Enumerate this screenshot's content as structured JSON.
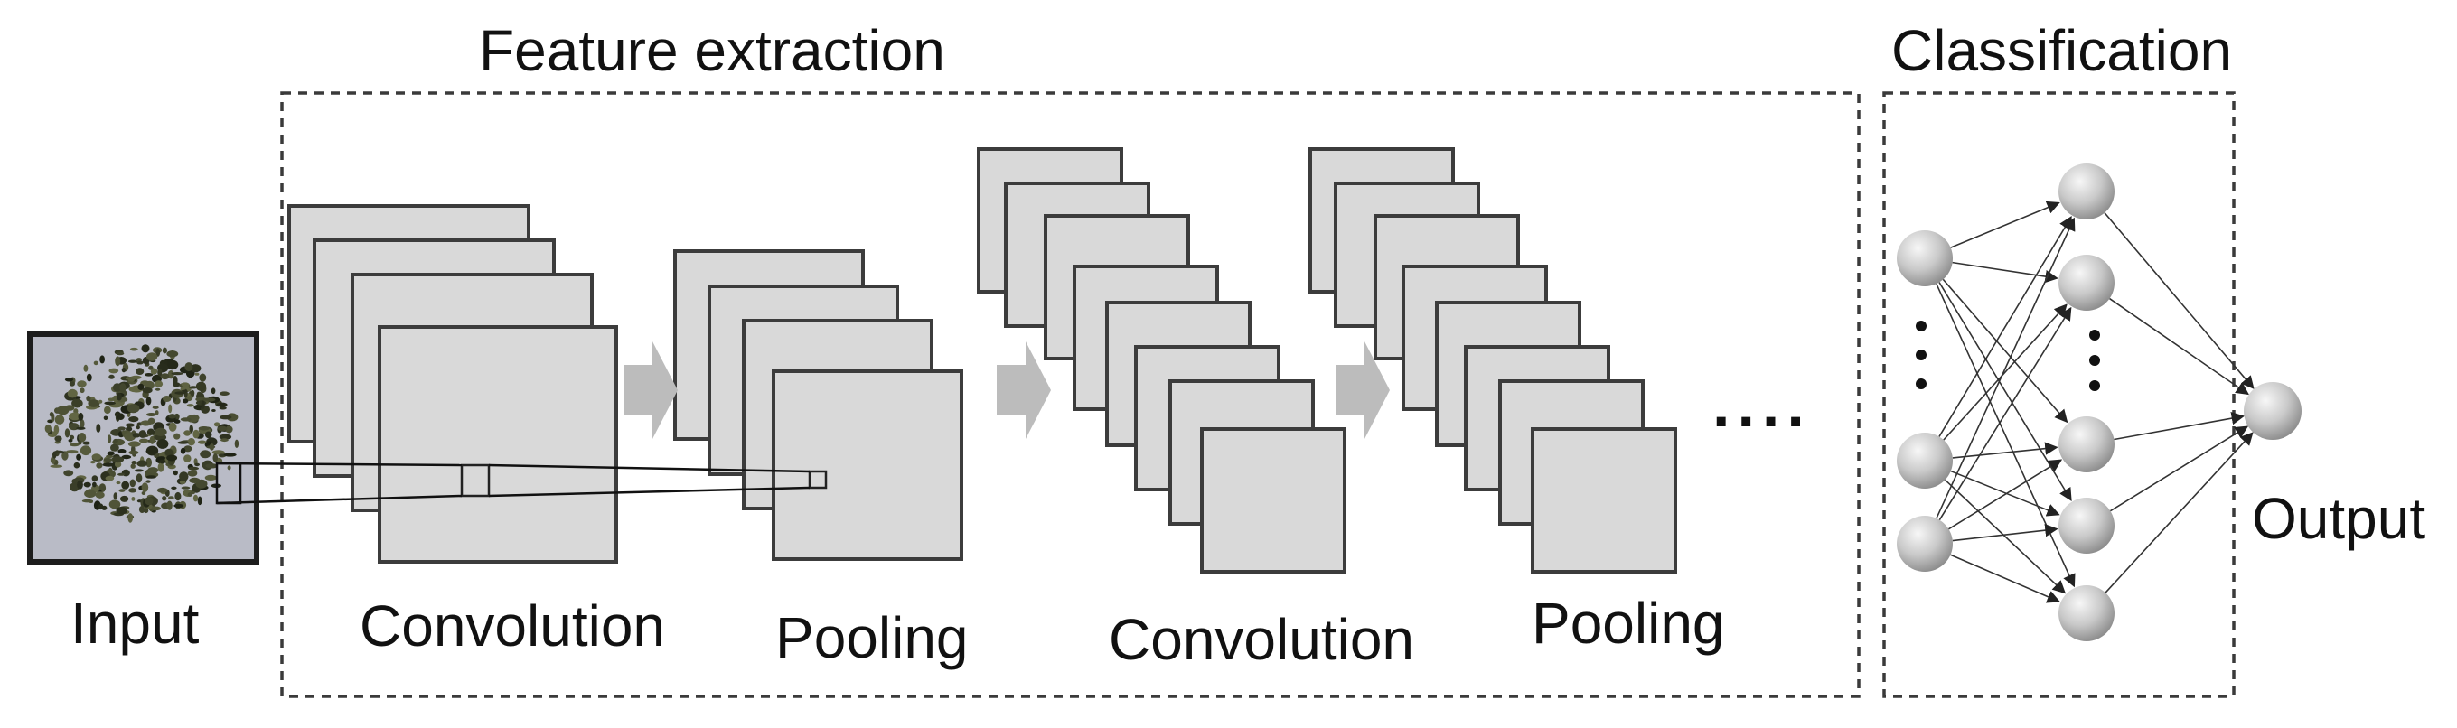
{
  "title_feature_extraction": "Feature extraction",
  "title_classification": "Classification",
  "labels": {
    "input": "Input",
    "convolution_1": "Convolution",
    "pooling_1": "Pooling",
    "convolution_2": "Convolution",
    "pooling_2": "Pooling",
    "output": "Output"
  },
  "continuation_marker": "....",
  "colors": {
    "feature_map_fill": "#d9d9d9",
    "feature_map_border": "#3c3c3c",
    "arrow": "#bcbcbc",
    "node_light": "#f4f4f4",
    "node_dark": "#9a9a9a"
  },
  "network": {
    "input_nodes_visible": 3,
    "hidden_nodes_visible": 5,
    "output_nodes": 1
  }
}
